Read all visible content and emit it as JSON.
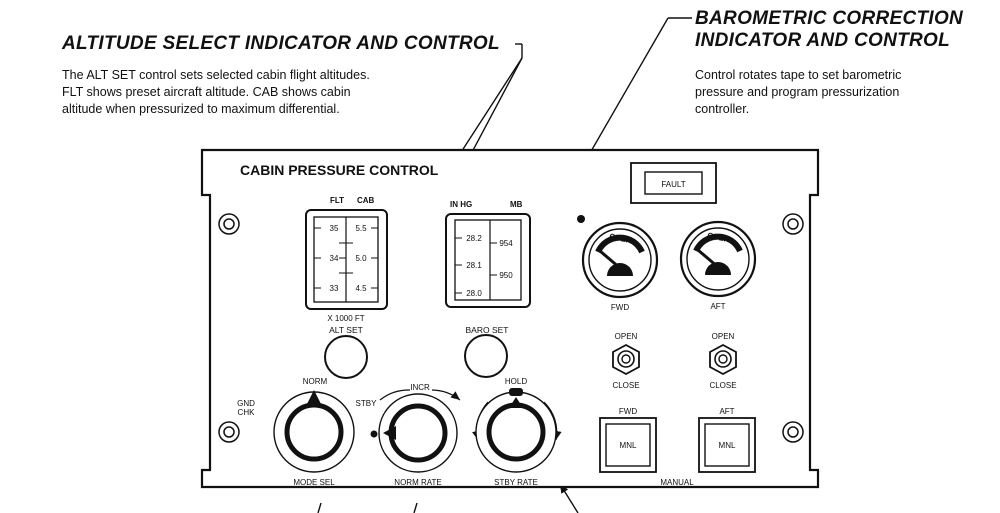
{
  "callouts": {
    "altitude": {
      "title": "ALTITUDE SELECT INDICATOR AND CONTROL",
      "description": [
        "The ALT SET control sets selected cabin flight altitudes.",
        "FLT shows preset aircraft altitude.  CAB shows cabin",
        "altitude when pressurized to maximum differential."
      ]
    },
    "barometric": {
      "title": [
        "BAROMETRIC CORRECTION",
        "INDICATOR AND CONTROL"
      ],
      "description": [
        "Control rotates tape to set barometric",
        "pressure and program pressurization",
        "controller."
      ]
    }
  },
  "panel": {
    "title": "CABIN PRESSURE CONTROL",
    "fault_light": "FAULT",
    "altitude_indicator": {
      "left_header": "FLT",
      "right_header": "CAB",
      "flt_scale": [
        "35",
        "34",
        "33"
      ],
      "cab_scale": [
        "5.5",
        "5.0",
        "4.5"
      ],
      "unit_label": "X 1000 FT"
    },
    "baro_indicator": {
      "left_header": "IN HG",
      "right_header": "MB",
      "inhg_scale": [
        "28.2",
        "28.1",
        "28.0"
      ],
      "mb_scale": [
        "954",
        "950"
      ]
    },
    "alt_set_label": "ALT SET",
    "baro_set_label": "BARO SET",
    "valve_gauges": [
      {
        "face_label": "OPEN",
        "name": "FWD"
      },
      {
        "face_label": "OPEN",
        "name": "AFT"
      }
    ],
    "toggle_switches": [
      {
        "top": "OPEN",
        "bottom": "CLOSE"
      },
      {
        "top": "OPEN",
        "bottom": "CLOSE"
      }
    ],
    "mode_selector": {
      "left_label": [
        "GND",
        "CHK"
      ],
      "top_label": "NORM",
      "right_label": "STBY",
      "name": "MODE SEL"
    },
    "norm_rate": {
      "top_label": "INCR",
      "name": "NORM RATE"
    },
    "stby_rate": {
      "top_label": "HOLD",
      "name": "STBY RATE"
    },
    "manual_buttons": [
      {
        "header": "FWD",
        "label": "MNL"
      },
      {
        "header": "AFT",
        "label": "MNL"
      }
    ],
    "manual_label": "MANUAL"
  }
}
